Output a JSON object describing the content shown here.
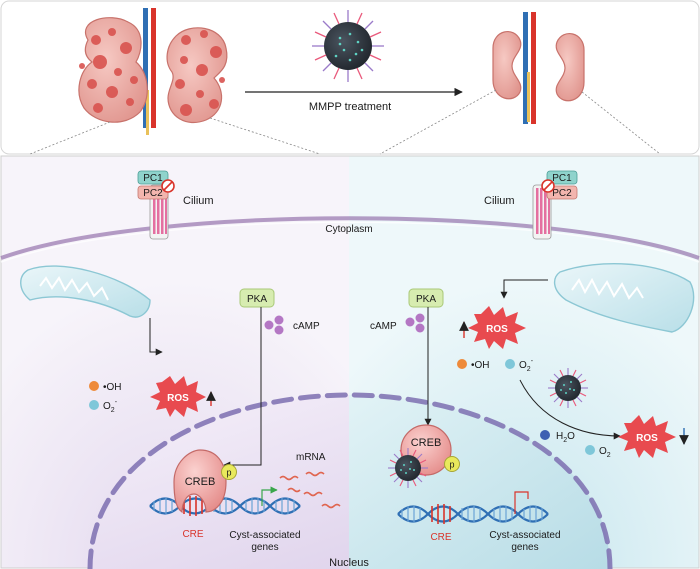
{
  "treatment_label": "MMPP treatment",
  "cilium_label": "Cilium",
  "cytoplasm_label": "Cytoplasm",
  "nucleus_label": "Nucleus",
  "pc1_label": "PC1",
  "pc2_label": "PC2",
  "pka_label": "PKA",
  "camp_label": "cAMP",
  "ros_label": "ROS",
  "hydroxyl_label": "•OH",
  "superoxide_label": "O",
  "superoxide_sub": "2",
  "superoxide_sup": "-",
  "water_label": "H",
  "water_sub": "2",
  "water_tail": "O",
  "oxygen_label": "O",
  "oxygen_sub": "2",
  "creb_label": "CREB",
  "p_label": "p",
  "mrna_label": "mRNA",
  "cre_label": "CRE",
  "genes_line1": "Cyst-associated",
  "genes_line2": "genes",
  "colors": {
    "left_panel": "#e9e3f2",
    "right_panel": "#d6eef3",
    "ros_burst": "#e84a4f",
    "creb": "#f1a9a7",
    "pka_box": "#d7ecb0",
    "camp": "#b477c4",
    "dna_blue": "#2f6fb4",
    "cre_red": "#d9342b"
  }
}
